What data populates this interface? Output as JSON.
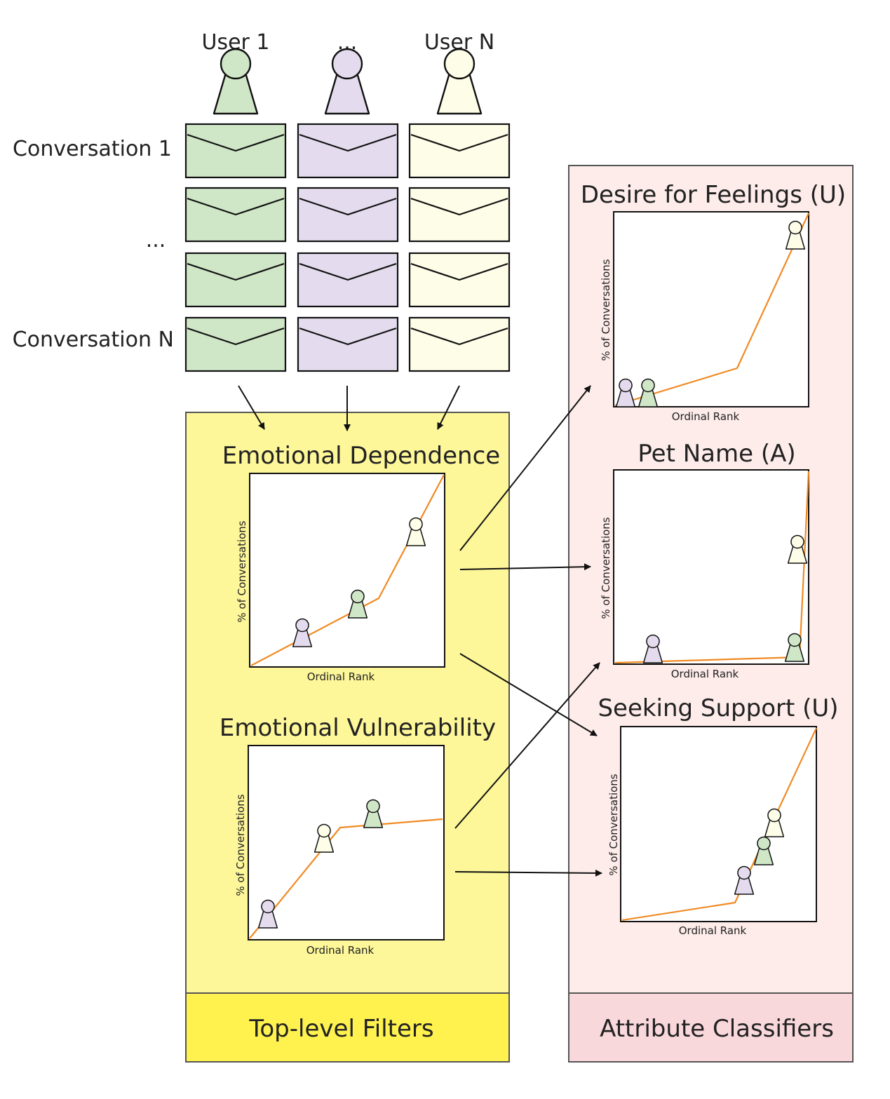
{
  "users": [
    {
      "label": "User 1",
      "color": "#cfe6c7"
    },
    {
      "label": "...",
      "color": "#e4dcee"
    },
    {
      "label": "User N",
      "color": "#fdfde8"
    }
  ],
  "conversation_labels": {
    "first": "Conversation 1",
    "middle": "...",
    "last": "Conversation N"
  },
  "filters": {
    "footer": "Top-level Filters",
    "panel_color": "#fdf79a",
    "footer_color": "#fff24f",
    "charts": [
      {
        "title": "Emotional Dependence",
        "xlabel": "Ordinal Rank",
        "ylabel": "% of Conversations"
      },
      {
        "title": "Emotional Vulnerability",
        "xlabel": "Ordinal Rank",
        "ylabel": "% of Conversations"
      }
    ]
  },
  "classifiers": {
    "footer": "Attribute Classifiers",
    "panel_color": "#fdecea",
    "footer_color": "#f9d8dc",
    "charts": [
      {
        "title": "Desire for Feelings (U)",
        "xlabel": "Ordinal Rank",
        "ylabel": "% of Conversations"
      },
      {
        "title": "Pet Name (A)",
        "xlabel": "Ordinal Rank",
        "ylabel": "% of Conversations"
      },
      {
        "title": "Seeking Support (U)",
        "xlabel": "Ordinal Rank",
        "ylabel": "% of Conversations"
      }
    ]
  },
  "line_color": "#f08a24"
}
